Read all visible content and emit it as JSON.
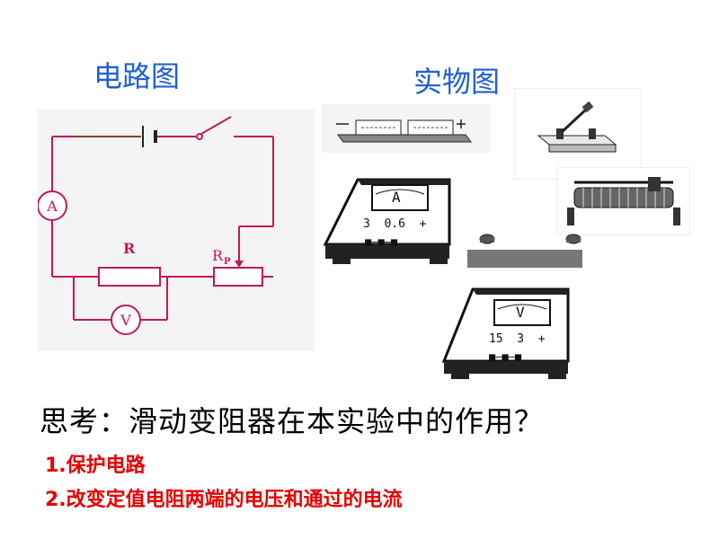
{
  "headings": {
    "circuit_diagram": "电路图",
    "physical_diagram": "实物图"
  },
  "circuit": {
    "ammeter_symbol": "A",
    "voltmeter_symbol": "V",
    "resistor_label": "R",
    "rheostat_label": "R",
    "rheostat_subscript": "P",
    "wire_color": "#c2185b",
    "battery_lead_color": "#8b4513"
  },
  "ammeter_device": {
    "face_letter": "A",
    "scale_values": "3  0.6  +"
  },
  "voltmeter_device": {
    "face_letter": "V",
    "scale_values": "15  3  +"
  },
  "question": "思考：滑动变阻器在本实验中的作用？",
  "answers": [
    "1.保护电路",
    "2.改变定值电阻两端的电压和通过的电流"
  ],
  "colors": {
    "heading_blue": "#1f5fd6",
    "answer_red": "#e60000"
  }
}
